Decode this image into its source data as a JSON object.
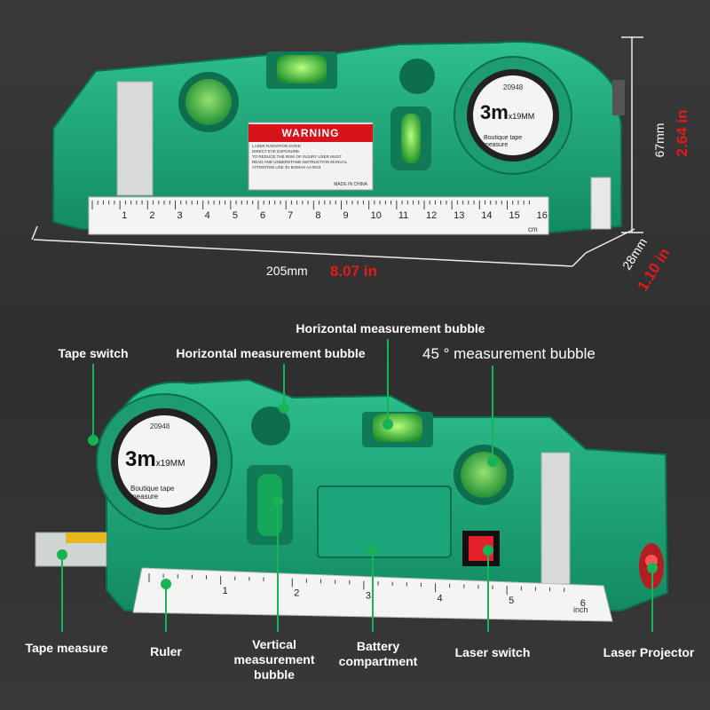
{
  "dimensions": {
    "length_mm": "205mm",
    "length_in": "8.07 in",
    "height_mm": "67mm",
    "height_in": "2.64 in",
    "depth_mm": "28mm",
    "depth_in": "1.10 in"
  },
  "device": {
    "tape_length": "3m",
    "tape_width": "x19MM",
    "model_number": "20948",
    "tape_brand_line1": "Boutique tape",
    "tape_brand_line2": "measure",
    "warning_title": "WARNING",
    "warning_lines": [
      "LASER RADIATION AVOID",
      "DIRECT EYE EXPOSURE",
      "TO REDUCE THE RISK OF INJURY USER MUST",
      "READ AND UNDERSTAND INSTRUCTION MANUAL",
      "ATTENTION USE 3V BOMAH AA RO3"
    ],
    "made_in": "MADE IN CHINA",
    "ruler_unit_top": "cm",
    "ruler_unit_bottom": "inch",
    "ruler_top_ticks": [
      "1",
      "2",
      "3",
      "4",
      "5",
      "6",
      "7",
      "8",
      "9",
      "10",
      "11",
      "12",
      "13",
      "14",
      "15",
      "16"
    ],
    "ruler_bottom_ticks": [
      "1",
      "2",
      "3",
      "4",
      "5",
      "6"
    ]
  },
  "callouts": {
    "horizontal_bubble_top": "Horizontal measurement bubble",
    "tape_switch": "Tape switch",
    "horizontal_bubble_left": "Horizontal measurement bubble",
    "bubble_45": "45 ° measurement bubble",
    "tape_measure": "Tape measure",
    "ruler": "Ruler",
    "vertical_bubble": "Vertical measurement bubble",
    "battery": "Battery compartment",
    "laser_switch": "Laser switch",
    "laser_projector": "Laser Projector"
  },
  "colors": {
    "body_green": "#1aa67a",
    "callout_green": "#17b455",
    "warning_red": "#d8121b",
    "dimension_red": "#e21b1b"
  }
}
